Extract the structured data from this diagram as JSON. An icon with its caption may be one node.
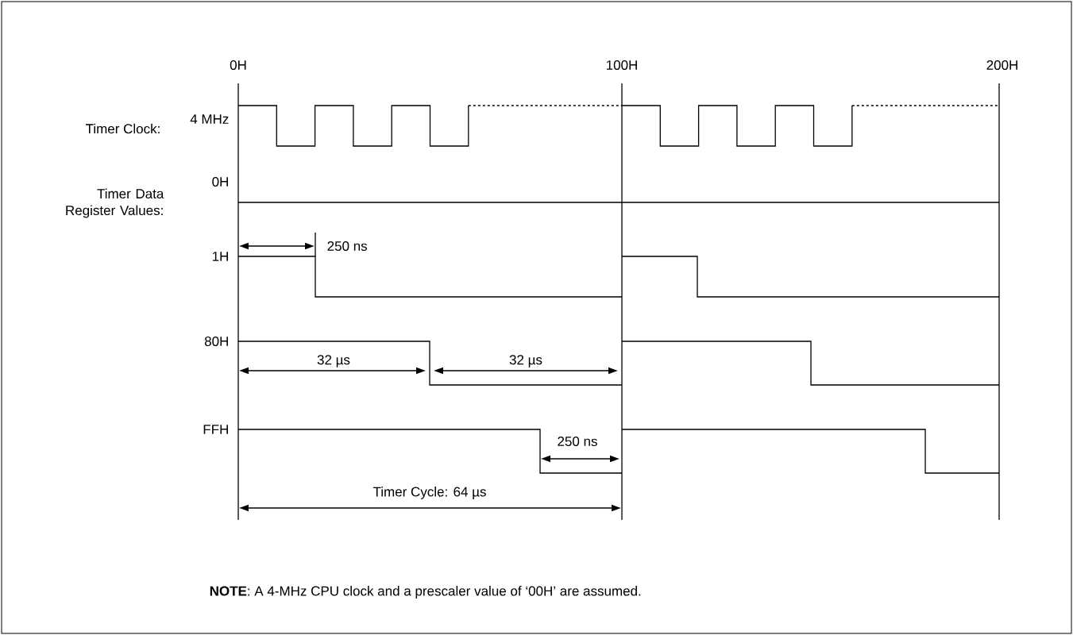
{
  "diagram": {
    "labels": [
      "0H",
      "100H",
      "200H",
      "Timer Clock:",
      "4 MHz",
      "Timer Data Register Values:",
      "0H",
      "1H",
      "250 ns",
      "80H",
      "32 µs",
      "32 µs",
      "FFH",
      "250 ns",
      "Timer Cycle:  64 µs",
      "**NOTE**:  A 4-MHz CPU clock and a prescaler value of ‘00H’ are assumed."
    ]
  }
}
